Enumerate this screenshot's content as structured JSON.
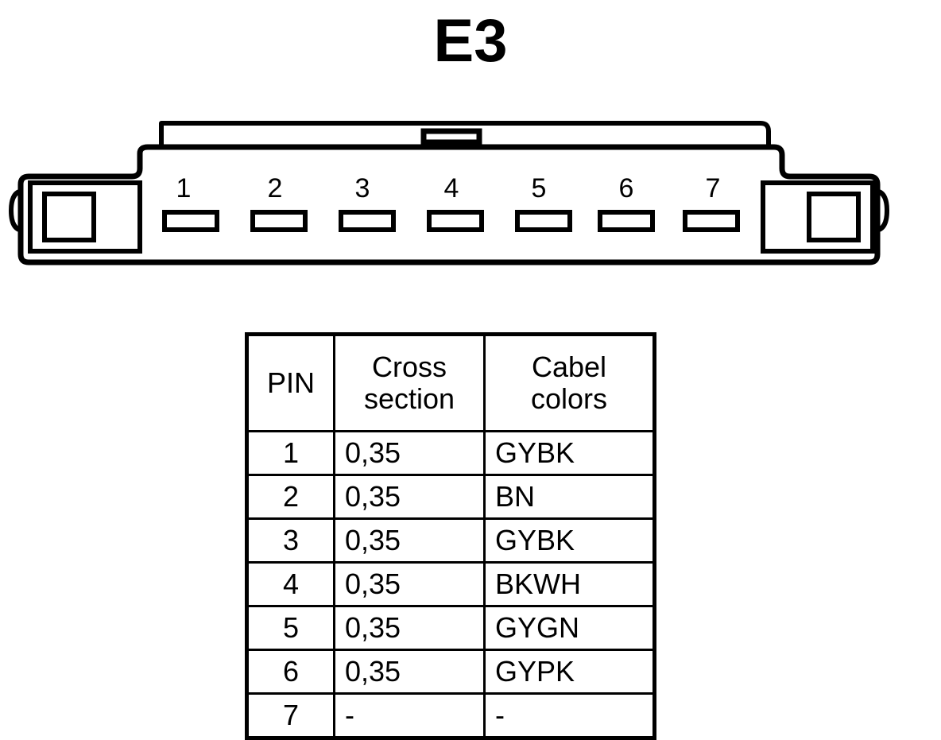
{
  "title": "E3",
  "connector": {
    "name": "e3-connector",
    "pin_count": 7,
    "pin_numbers": [
      "1",
      "2",
      "3",
      "4",
      "5",
      "6",
      "7"
    ],
    "stroke_color": "#000000",
    "fill_color": "#ffffff"
  },
  "table": {
    "headers": {
      "pin": "PIN",
      "cross_section_line1": "Cross",
      "cross_section_line2": "section",
      "cable_colors_line1": "Cabel",
      "cable_colors_line2": "colors"
    },
    "rows": [
      {
        "pin": "1",
        "cross_section": "0,35",
        "cable_color": "GYBK"
      },
      {
        "pin": "2",
        "cross_section": "0,35",
        "cable_color": "BN"
      },
      {
        "pin": "3",
        "cross_section": "0,35",
        "cable_color": "GYBK"
      },
      {
        "pin": "4",
        "cross_section": "0,35",
        "cable_color": "BKWH"
      },
      {
        "pin": "5",
        "cross_section": "0,35",
        "cable_color": "GYGN"
      },
      {
        "pin": "6",
        "cross_section": "0,35",
        "cable_color": "GYPK"
      },
      {
        "pin": "7",
        "cross_section": "-",
        "cable_color": "-"
      }
    ]
  }
}
